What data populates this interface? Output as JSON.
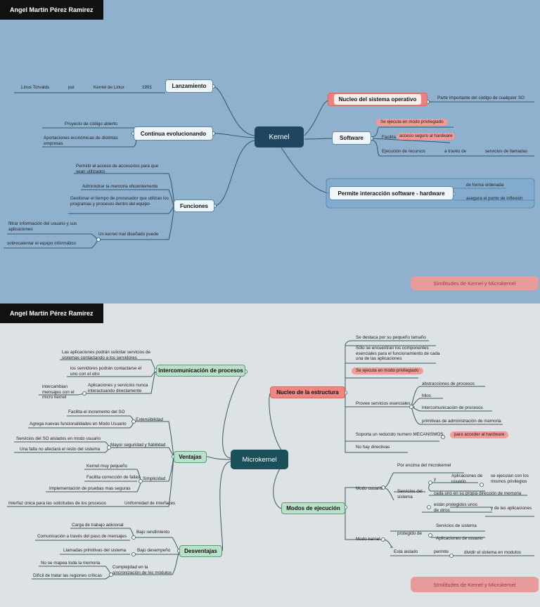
{
  "author": "Angel Martín Pérez Ramírez",
  "kernel": {
    "center": "Kernel",
    "lanzamiento": {
      "label": "Lanzamiento",
      "items": [
        "Linus Torvalds",
        "por",
        "Kernel de Linux",
        "1991"
      ]
    },
    "evoluciona": {
      "label": "Continua evolucionando",
      "items": [
        "Proyecto de código abierto",
        "Aportaciones económicas de distintas empresas"
      ]
    },
    "funciones": {
      "label": "Funciones",
      "items": [
        "Permitir el acceso de accesorios para que sean utilizados",
        "Administrar la memoria eficientemente",
        "Gestionar el tiempo de procesador que utilizan los programas y procesos dentro del equipo",
        "Un kernel mal diseñado puede",
        "filtrar información del usuario y sus aplicaciones",
        "sobrecalentar el equipo informático"
      ]
    },
    "nucleo": {
      "label": "Nucleo del sistema operativo",
      "items": [
        "Parte importante del código de cualquier SO"
      ]
    },
    "software": {
      "label": "Software",
      "items": [
        "Se ejecuta en modo privilegiado",
        "Facilita",
        "acceso seguro al hardware",
        "Ejecución de recursos",
        "a través de",
        "servicios de llamadas"
      ]
    },
    "interaccion": {
      "label": "Permite interacción software - hardware",
      "items": [
        "de forma ordenada",
        "asegura el punto de inflexión"
      ]
    },
    "button": "Similitudes de Kernel y Microkernel"
  },
  "micro": {
    "center": "Microkernel",
    "intercom": {
      "label": "Intercomunicación de procesos",
      "items": [
        "Las aplicaciones podrán solicitar servicios de sistemas contactando a los servidores",
        "los servidores podrán contactarse el uno con el otro",
        "Aplicaciones y servicios nunca interactuando directamente",
        "intercambian mensajes con el micro kernel"
      ]
    },
    "ventajas": {
      "label": "Ventajas",
      "items": [
        "Extensibilidad",
        "Facilita el incremento del SO",
        "Agrega nuevas funcionalidades en Modo Usuario",
        "Mayor seguridad y fiabilidad",
        "Servicios del SO aislados en modo usuario",
        "Una falla no afectará el resto del sistema",
        "Simplicidad",
        "Kernel muy pequeño",
        "Facilita corrección de fallas",
        "Implementación de pruebas mas seguras",
        "Uniformidad de Interfaces",
        "Interfaz única para las solicitudes de los procesos"
      ]
    },
    "desventajas": {
      "label": "Desventajas",
      "items": [
        "Bajo rendimiento",
        "Carga de trabajo adicional",
        "Comunicación a través del paso de mensajes",
        "Bajo desempeño",
        "Llamadas primitivas del sistema",
        "Complejidad en la sincronización de los módulos",
        "No se mapea toda la memoria",
        "Difícil de tratar las regiones críticas"
      ]
    },
    "nucleo": {
      "label": "Nucleo de la estructura",
      "items": [
        "Se destaca por su pequeño tamaño",
        "Sólo se encuentran los componentes esenciales para el funcionamiento de cada una de las aplicaciones",
        "Se ejecuta en modo privilegiado",
        "Provee servicios esenciales",
        "abstracciones de procesos",
        "hilos",
        "intercomunicación de procesos",
        "primitivas de administración de memoria",
        "Soporta un reducido numero MECANISMOS",
        "para acceder al hardware",
        "No hay directivas"
      ]
    },
    "modos": {
      "label": "Modos de ejecución",
      "items": [
        "Por encima del microkernel",
        "Modo usuario",
        "Servicios del sistema",
        "y",
        "Aplicaciones de usuario",
        "se ejecutan con los mismos privilegios",
        "cada uno en su propia dirección de memoria",
        "están protegidos unos de otros",
        "y de las aplicaciones",
        "Modo kernel",
        "protegido de",
        "Servicios de sistema",
        "Aplicaciones de usuario",
        "Está aislado",
        "permite",
        "dividir el sistema en modulos"
      ]
    },
    "button": "Similitudes de Kernel y Microkernel"
  },
  "colors": {
    "panel1": "#8fb1cd",
    "panel2": "#dde2e4",
    "highlight": "#f0807e"
  }
}
